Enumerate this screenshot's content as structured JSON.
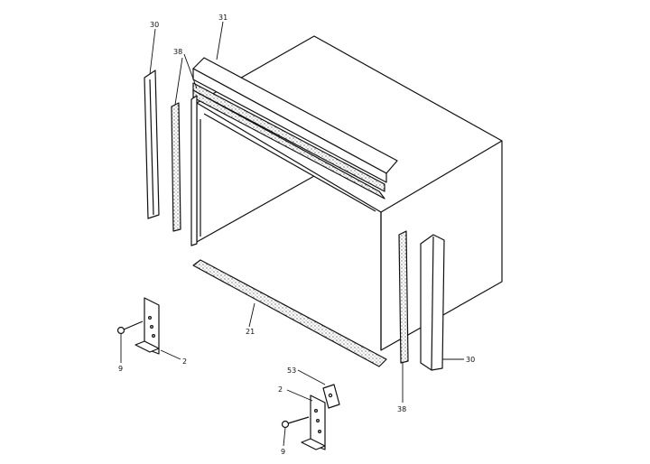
{
  "callouts": {
    "top_gasket": "31",
    "side_gasket_left": "30",
    "strip_left": "38",
    "bottom_rail": "21",
    "strip_right": "38",
    "side_gasket_right": "30",
    "bracket_left": "2",
    "screw_left": "9",
    "bracket_right": "2",
    "nut_right": "53",
    "screw_right": "9"
  }
}
